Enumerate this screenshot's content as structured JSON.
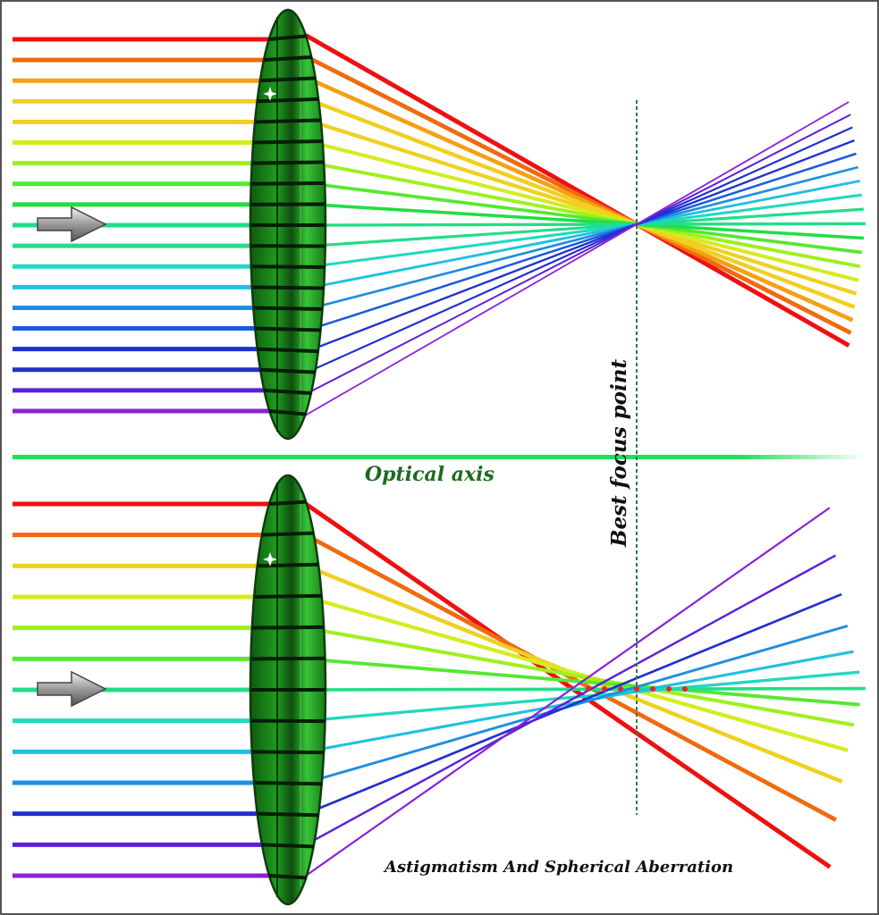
{
  "labels": {
    "optical_axis": "Optical axis",
    "best_focus": "Best focus point",
    "caption": "Astigmatism And Spherical Aberration"
  },
  "colors": {
    "ray_palette": [
      "#ee1111",
      "#f06a10",
      "#f5a012",
      "#f0d020",
      "#d4ec20",
      "#9ef020",
      "#55e830",
      "#22dd44",
      "#22dd88",
      "#20d8c0",
      "#20c0e0",
      "#1e8ee0",
      "#1a5ae0",
      "#2030d0",
      "#5a20d8",
      "#8a22d8"
    ],
    "axis_line": "#22dd55",
    "focus_line": "#2a7a4a",
    "lens_fill": "#22aa22",
    "lens_edge": "#0d3d0d",
    "axis_label": "#1f6a1f",
    "focus_dot": "#ee2222"
  },
  "icons": {
    "arrow": "right-arrow-icon"
  }
}
